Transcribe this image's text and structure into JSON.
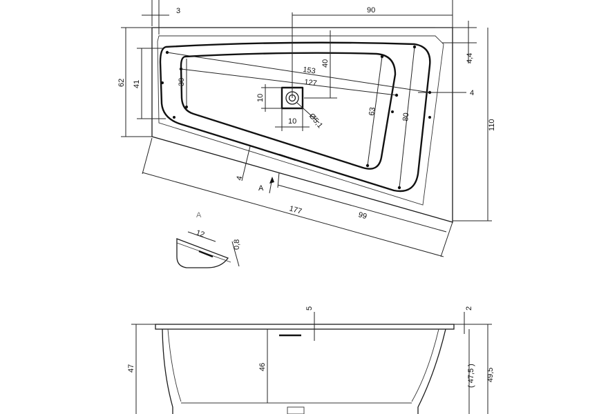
{
  "top_view": {
    "dims": {
      "rim_offset": "3",
      "drain_to_right": "90",
      "rim_right_top": "4,4",
      "rim_right_side": "4",
      "left_height": "62",
      "inner_left_height": "41",
      "basin_left_height": "30",
      "drain_to_top": "40",
      "drain_offset_v": "10",
      "drain_offset_h": "10",
      "drain_diameter": "Ø5,1",
      "basin_diag_long": "153",
      "basin_diag_short": "127",
      "basin_height_inner": "63",
      "basin_height_outer": "80",
      "total_height": "110",
      "rim_front": "4",
      "length_front": "177",
      "length_right_part": "99"
    },
    "section_marker": "A"
  },
  "detail_a": {
    "title": "A",
    "width": "12",
    "thickness": "0,8"
  },
  "side_view": {
    "dims": {
      "rim_top": "5",
      "rim_thickness": "2",
      "total_height_left": "47",
      "inner_depth": "46",
      "depth_right": "( 47,5 )",
      "total_height_right": "49,5"
    }
  }
}
